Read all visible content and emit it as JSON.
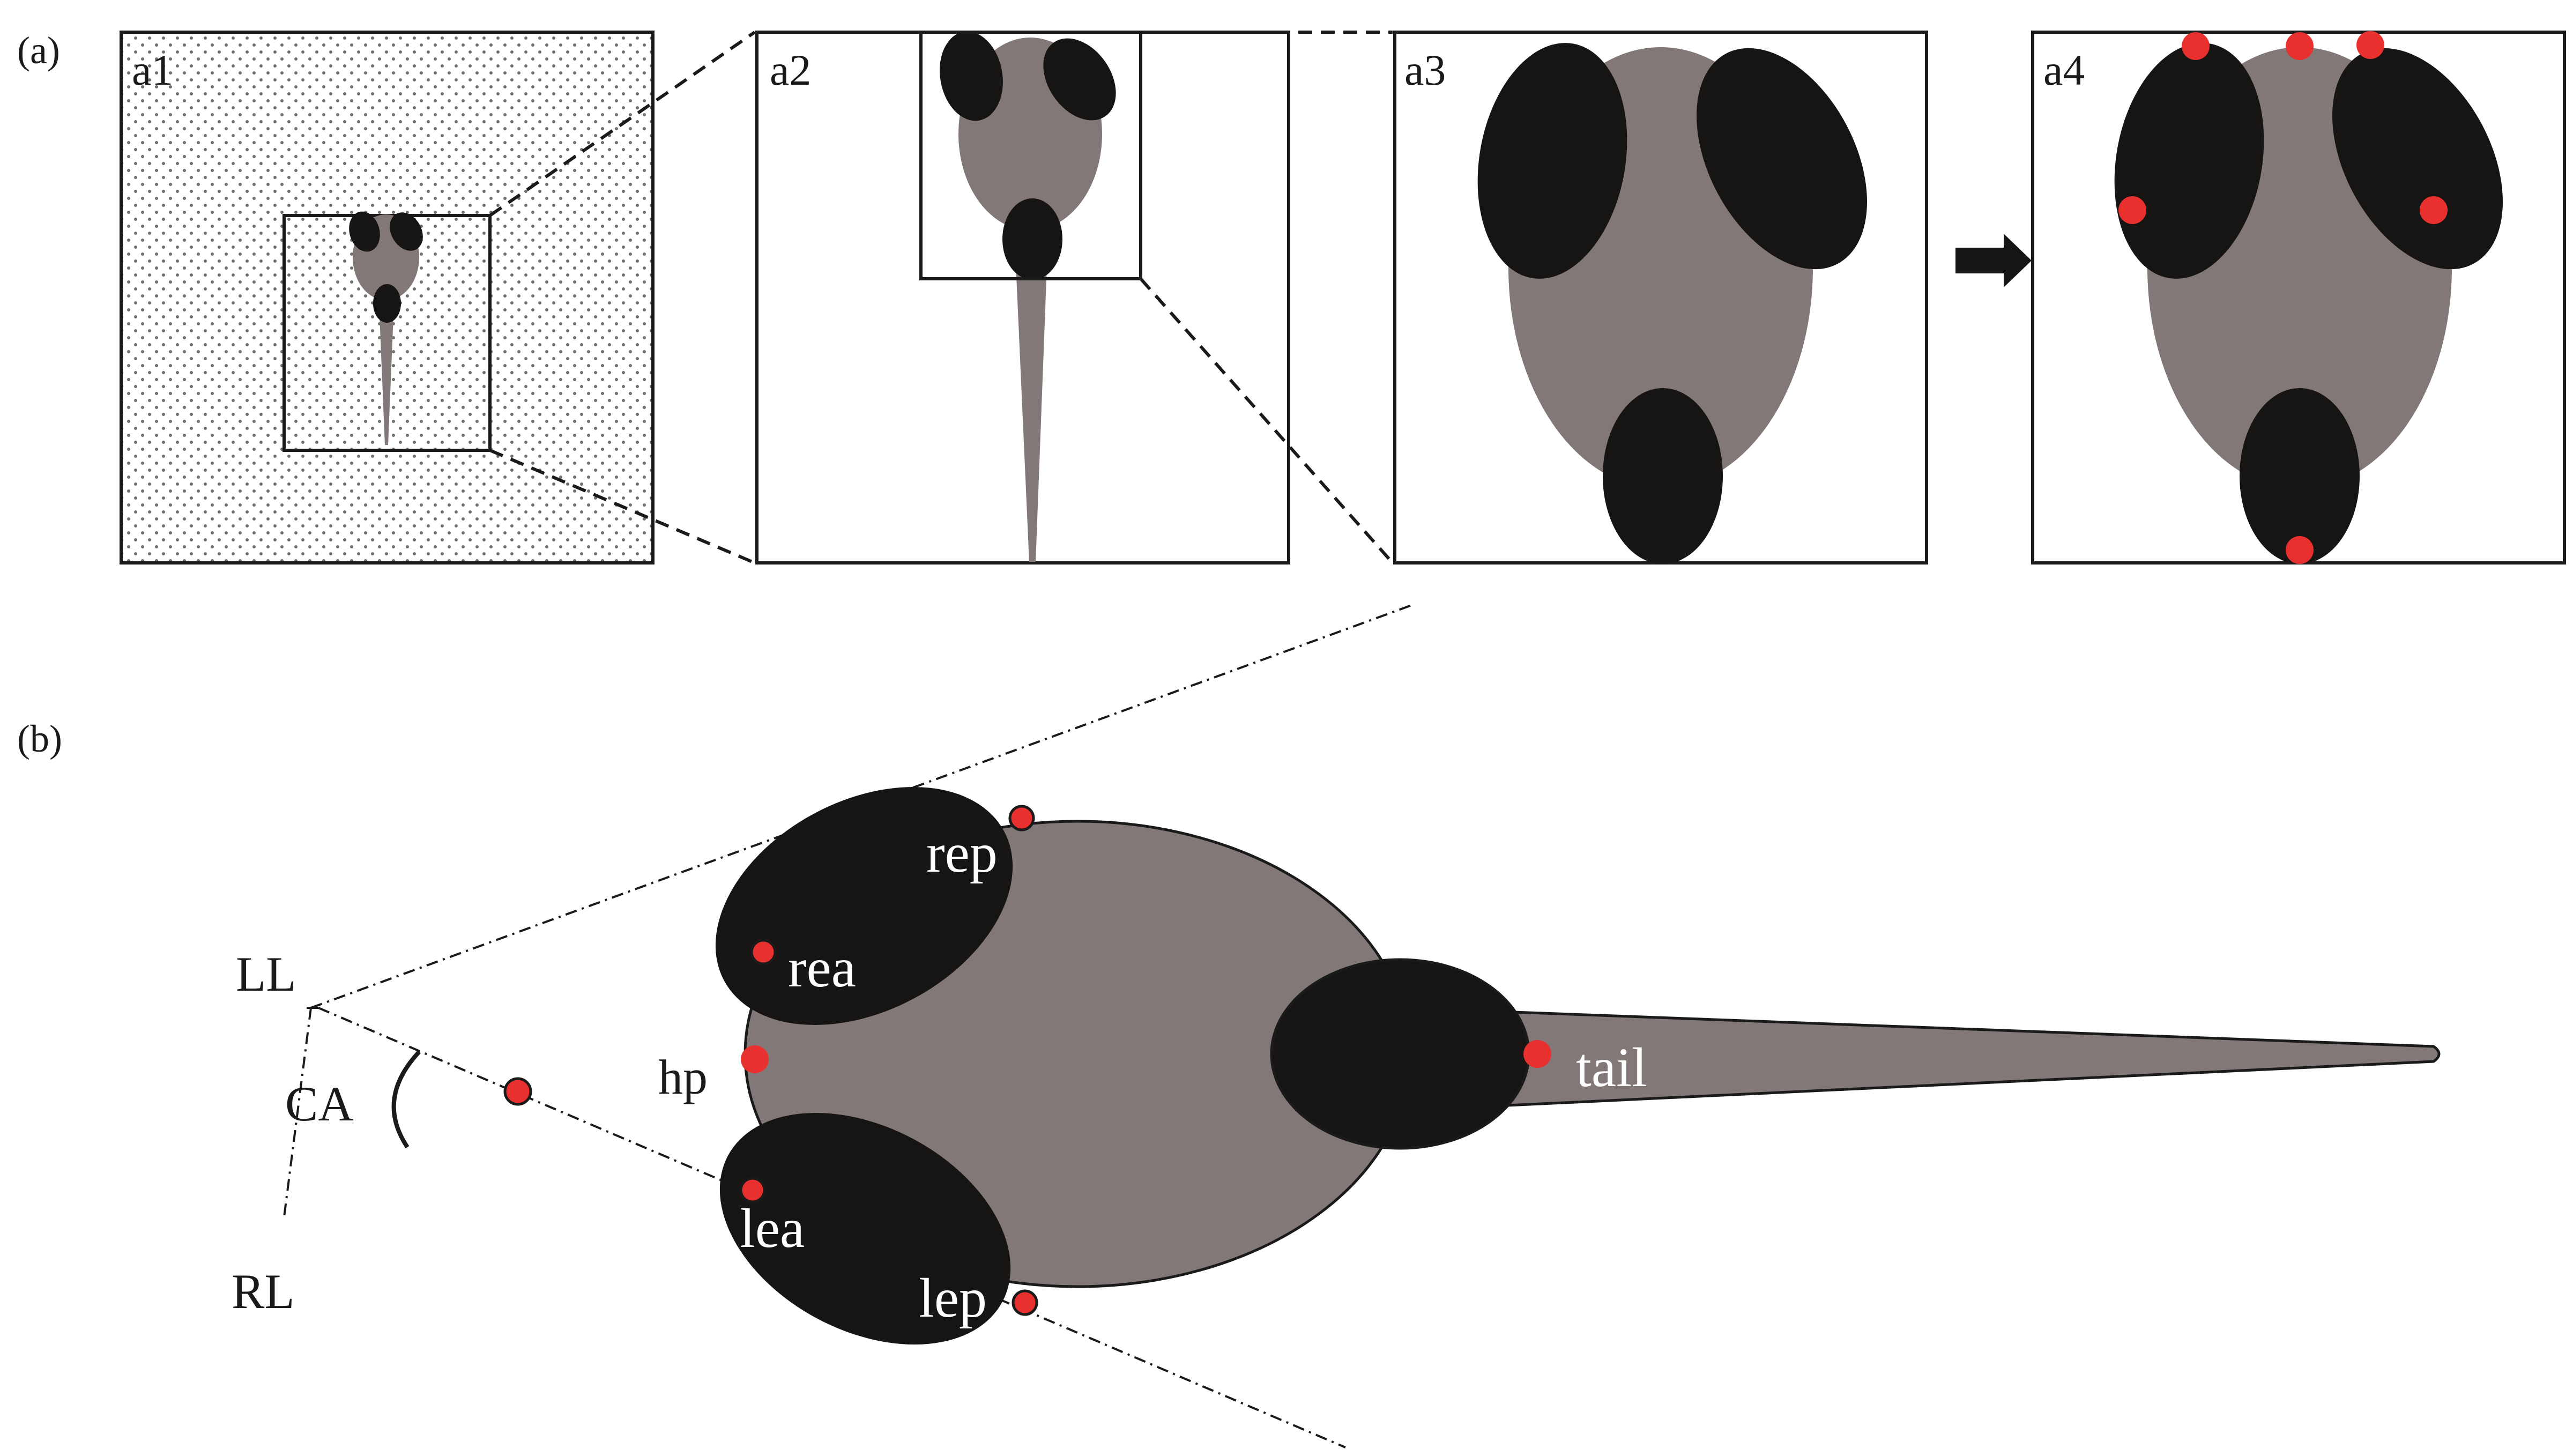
{
  "panels": {
    "a": "(a)",
    "b": "(b)"
  },
  "subpanels": {
    "a1": "a1",
    "a2": "a2",
    "a3": "a3",
    "a4": "a4"
  },
  "points": {
    "rep": "rep",
    "rea": "rea",
    "hp": "hp",
    "lea": "lea",
    "lep": "lep",
    "tail": "tail"
  },
  "lines": {
    "ll": "LL",
    "rl": "RL",
    "ca": "CA"
  },
  "colors": {
    "body": "#817877",
    "dark": "#171514",
    "keypoint": "#e8312f",
    "outline": "#1a1a1a",
    "background_dots": "#6f6f6f"
  }
}
